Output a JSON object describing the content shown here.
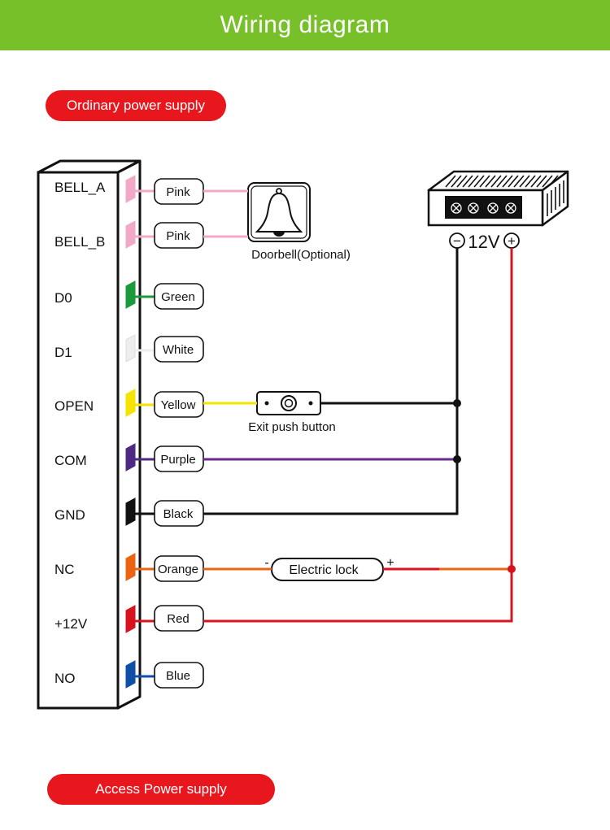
{
  "header": {
    "title": "Wiring diagram"
  },
  "sections": {
    "ordinary": "Ordinary power supply",
    "access": "Access Power supply"
  },
  "terminals": [
    {
      "name": "BELL_A",
      "wire": "Pink",
      "color": "#f2a9c7"
    },
    {
      "name": "BELL_B",
      "wire": "Pink",
      "color": "#f2a9c7"
    },
    {
      "name": "D0",
      "wire": "Green",
      "color": "#1a9a3a"
    },
    {
      "name": "D1",
      "wire": "White",
      "color": "#eeeeee"
    },
    {
      "name": "OPEN",
      "wire": "Yellow",
      "color": "#f5e300"
    },
    {
      "name": "COM",
      "wire": "Purple",
      "color": "#4e2a84"
    },
    {
      "name": "GND",
      "wire": "Black",
      "color": "#111111"
    },
    {
      "name": "NC",
      "wire": "Orange",
      "color": "#ec6412"
    },
    {
      "name": "+12V",
      "wire": "Red",
      "color": "#d7141e"
    },
    {
      "name": "NO",
      "wire": "Blue",
      "color": "#0f4fa8"
    }
  ],
  "devices": {
    "doorbell": "Doorbell(Optional)",
    "exit_button": "Exit push button",
    "lock": "Electric lock",
    "lock_minus": "-",
    "lock_plus": "+",
    "psu_voltage": "12V",
    "psu_minus": "−",
    "psu_plus": "+"
  },
  "colors": {
    "header": "#78c02a",
    "pill": "#e8161d",
    "black": "#111111",
    "red": "#d7141e"
  }
}
